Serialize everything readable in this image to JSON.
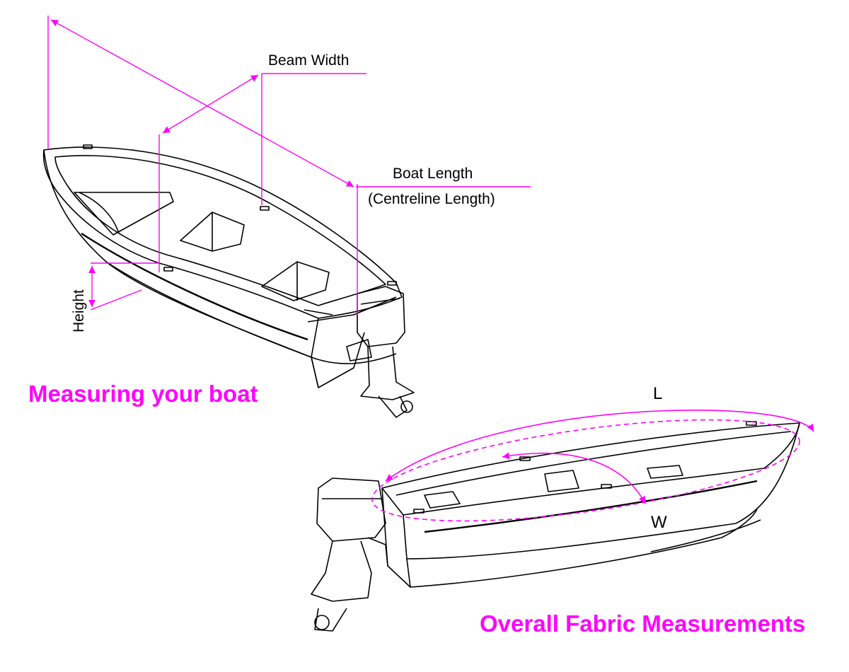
{
  "diagram": {
    "left_panel": {
      "title": "Measuring your boat",
      "labels": {
        "beam_width": "Beam Width",
        "boat_length": "Boat Length",
        "centreline_length": "(Centreline Length)",
        "height": "Height"
      }
    },
    "right_panel": {
      "title": "Overall Fabric Measurements",
      "labels": {
        "length": "L",
        "width": "W"
      }
    }
  },
  "colors": {
    "accent": "#ff00ff",
    "outline": "#000000",
    "background": "#ffffff"
  }
}
